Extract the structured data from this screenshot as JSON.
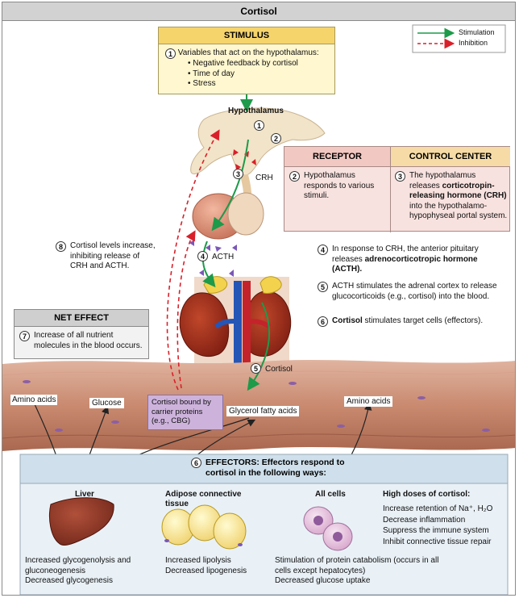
{
  "title": "Cortisol",
  "legend": {
    "stimulation": "Stimulation",
    "inhibition": "Inhibition"
  },
  "stimulus": {
    "header": "STIMULUS",
    "number": "1",
    "intro": "Variables that act on the hypothalamus:",
    "items": [
      "Negative feedback by cortisol",
      "Time of day",
      "Stress"
    ]
  },
  "labels": {
    "hypothalamus": "Hypothalamus",
    "crh": "CRH",
    "acth": "ACTH",
    "cortisol": "Cortisol",
    "n1": "1",
    "n2": "2",
    "n3": "3",
    "n4": "4",
    "n5": "5"
  },
  "receptor": {
    "header": "RECEPTOR",
    "number": "2",
    "text": "Hypothalamus responds to various stimuli."
  },
  "control_center": {
    "header": "CONTROL CENTER",
    "number": "3",
    "text_before": "The hypothalamus releases ",
    "text_bold": "corticotropin-releasing hormone (CRH)",
    "text_after": " into the hypothalamo-hypophyseal portal system."
  },
  "steps": [
    {
      "number": "4",
      "text_before": "In response to CRH, the anterior pituitary releases ",
      "text_bold": "adrenocorticotropic hormone (ACTH).",
      "text_after": ""
    },
    {
      "number": "5",
      "text_before": "ACTH stimulates the adrenal cortex to release glucocorticoids (e.g., cortisol) into the blood.",
      "text_bold": "",
      "text_after": ""
    },
    {
      "number": "6",
      "text_before": "",
      "text_bold": "Cortisol",
      "text_after": " stimulates target cells (effectors)."
    }
  ],
  "feedback": {
    "number": "8",
    "text": "Cortisol levels increase, inhibiting release of CRH and ACTH."
  },
  "net_effect": {
    "header": "NET EFFECT",
    "number": "7",
    "text": "Increase of all nutrient molecules in the blood occurs."
  },
  "vessel": {
    "amino_left": "Amino acids",
    "glucose": "Glucose",
    "bound": "Cortisol bound by carrier proteins (e.g., CBG)",
    "glycerol": "Glycerol fatty acids",
    "amino_right": "Amino acids"
  },
  "effectors": {
    "number": "6",
    "header": "EFFECTORS: Effectors respond to cortisol in the following ways:",
    "liver": {
      "name": "Liver",
      "lines": [
        "Increased glycogenolysis and gluconeogenesis",
        "Decreased glycogenesis"
      ]
    },
    "adipose": {
      "name": "Adipose connective tissue",
      "lines": [
        "Increased lipolysis",
        "Decreased lipogenesis"
      ]
    },
    "all_cells": {
      "name": "All cells",
      "lines": [
        "Stimulation of protein catabolism (occurs in all cells except hepatocytes)",
        "Decreased glucose uptake"
      ]
    },
    "high_doses": {
      "name": "High doses of cortisol:",
      "lines": [
        "Increase retention of Na⁺, H₂O",
        "Decrease inflammation",
        "Suppress the immune system",
        "Inhibit connective tissue repair"
      ]
    }
  },
  "colors": {
    "stimulation": "#1d9a4a",
    "inhibition": "#d9202a",
    "stimulus_bg": "#fff3b8",
    "receptor_bg": "#f6d9d6",
    "effectors_bg": "#dbe9f2",
    "vessel": "#b87860",
    "bound_bg": "#cdb3dc"
  }
}
